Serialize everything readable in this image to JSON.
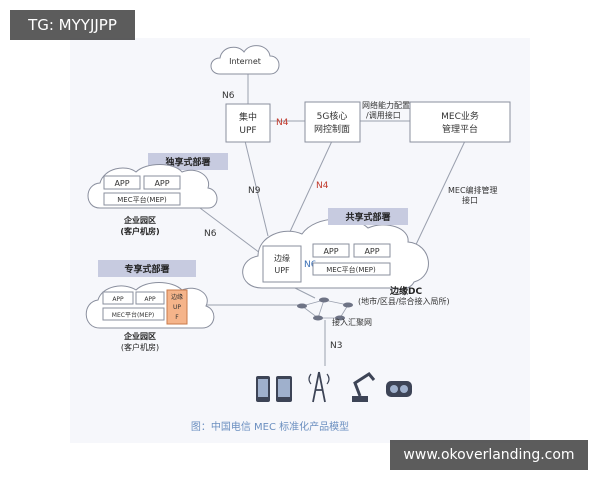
{
  "overlay": {
    "tag": "TG: MYYJJPP",
    "site": "www.okoverlanding.com"
  },
  "diagram": {
    "internet": "Internet",
    "central_upf": [
      "集中",
      "UPF"
    ],
    "core_5g": [
      "5G核心",
      "网控制面"
    ],
    "mec_business": [
      "MEC业务",
      "管理平台"
    ],
    "capability_label": [
      "网络能力配置",
      "/调用接口"
    ],
    "orchestration_label": [
      "MEC编排管理",
      "接口"
    ],
    "n4": "N4",
    "n6": "N6",
    "n9": "N9",
    "n3": "N3",
    "dedicated_title": "独享式部署",
    "shared_title": "共享式部署",
    "exclusive_title": "专享式部署",
    "app": "APP",
    "mep": "MEC平台(MEP)",
    "edge_upf": [
      "边缘",
      "UPF"
    ],
    "small_edge_upf": [
      "边缘",
      "UP",
      "F"
    ],
    "campus_label": [
      "企业园区",
      "(客户机房)"
    ],
    "edge_dc": "边缘DC",
    "edge_dc_sub": "(地市/区县/综合接入局所)",
    "aggregation_net": "接入汇聚网",
    "caption": "图：中国电信 MEC 标准化产品模型"
  },
  "colors": {
    "box_stroke": "#8a8f9e",
    "title_fill": "#c7cbe0",
    "n4_red": "#c0392b",
    "caption": "#6b8fc0",
    "upf_orange": "#f5b48a"
  }
}
